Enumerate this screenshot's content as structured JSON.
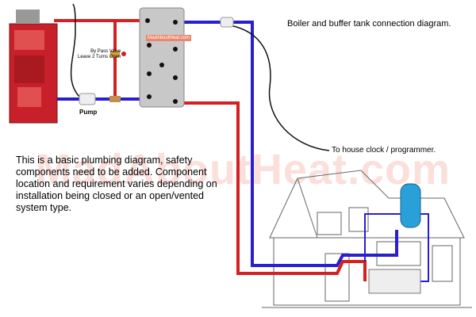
{
  "title": "Boiler and buffer tank connection diagram.",
  "clock_label": "To house clock / programmer.",
  "note": "This is a basic plumbing diagram, safety components need to be added. Component location and requirement varies depending on installation being closed or an open/vented system type.",
  "bypass_label_1": "By Pass Valve",
  "bypass_label_2": "Leave 2 Turns Open",
  "pump_label": "Pump",
  "watermark": "MadAboutHeat.com",
  "tank_logo": "MadAboutHeat.com",
  "colors": {
    "flow": "#d42020",
    "return": "#2a1fd0",
    "boiler": "#c8202a",
    "tank": "#c8c8c8",
    "vessel": "#2aa0d8"
  }
}
